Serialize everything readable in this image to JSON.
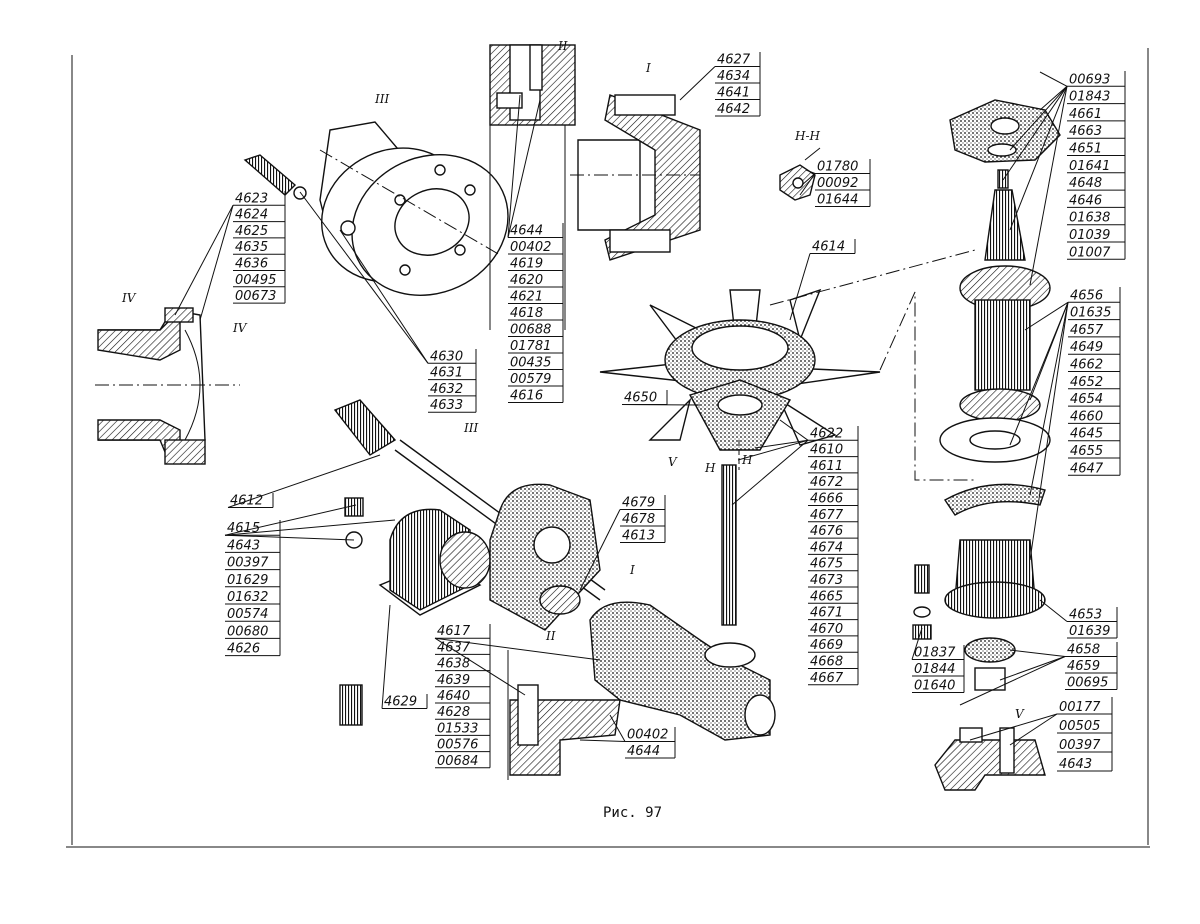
{
  "caption": "Рис. 97",
  "groups": [
    {
      "id": "g-4623",
      "labels": [
        "4623",
        "4624",
        "4625",
        "4635",
        "4636",
        "00495",
        "00673"
      ]
    },
    {
      "id": "g-4630",
      "labels": [
        "4630",
        "4631",
        "4632",
        "4633"
      ]
    },
    {
      "id": "g-4644",
      "labels": [
        "4644",
        "00402",
        "4619",
        "4620",
        "4621",
        "4618",
        "00688",
        "01781",
        "00435",
        "00579",
        "4616"
      ]
    },
    {
      "id": "g-4627",
      "labels": [
        "4627",
        "4634",
        "4641",
        "4642"
      ]
    },
    {
      "id": "g-01780",
      "labels": [
        "01780",
        "00092",
        "01644"
      ]
    },
    {
      "id": "g-4614",
      "labels": [
        "4614"
      ]
    },
    {
      "id": "g-4650",
      "labels": [
        "4650"
      ]
    },
    {
      "id": "g-4622",
      "labels": [
        "4622",
        "4610",
        "4611",
        "4672",
        "4666",
        "4677",
        "4676",
        "4674",
        "4675",
        "4673",
        "4665",
        "4671",
        "4670",
        "4669",
        "4668",
        "4667"
      ]
    },
    {
      "id": "g-4679",
      "labels": [
        "4679",
        "4678",
        "4613"
      ]
    },
    {
      "id": "g-4612",
      "labels": [
        "4612"
      ]
    },
    {
      "id": "g-4615",
      "labels": [
        "4615",
        "4643",
        "00397",
        "01629",
        "01632",
        "00574",
        "00680",
        "4626"
      ]
    },
    {
      "id": "g-4629",
      "labels": [
        "4629"
      ]
    },
    {
      "id": "g-4617",
      "labels": [
        "4617",
        "4637",
        "4638",
        "4639",
        "4640",
        "4628",
        "01533",
        "00576",
        "00684"
      ]
    },
    {
      "id": "g-00402b",
      "labels": [
        "00402",
        "4644"
      ]
    },
    {
      "id": "g-00693",
      "labels": [
        "00693",
        "01843",
        "4661",
        "4663",
        "4651",
        "01641",
        "4648",
        "4646",
        "01638",
        "01039",
        "01007"
      ]
    },
    {
      "id": "g-4656",
      "labels": [
        "4656",
        "01635",
        "4657",
        "4649",
        "4662",
        "4652",
        "4654",
        "4660",
        "4645",
        "4655",
        "4647"
      ]
    },
    {
      "id": "g-4653",
      "labels": [
        "4653",
        "01639"
      ]
    },
    {
      "id": "g-01837",
      "labels": [
        "01837",
        "01844",
        "01640"
      ]
    },
    {
      "id": "g-4658",
      "labels": [
        "4658",
        "4659",
        "00695"
      ]
    },
    {
      "id": "g-00177",
      "labels": [
        "00177",
        "00505",
        "00397",
        "4643"
      ]
    }
  ],
  "section_marks": [
    "III",
    "II",
    "I",
    "IV",
    "IV",
    "III",
    "II",
    "I",
    "V",
    "V",
    "H-H",
    "H",
    "H"
  ]
}
